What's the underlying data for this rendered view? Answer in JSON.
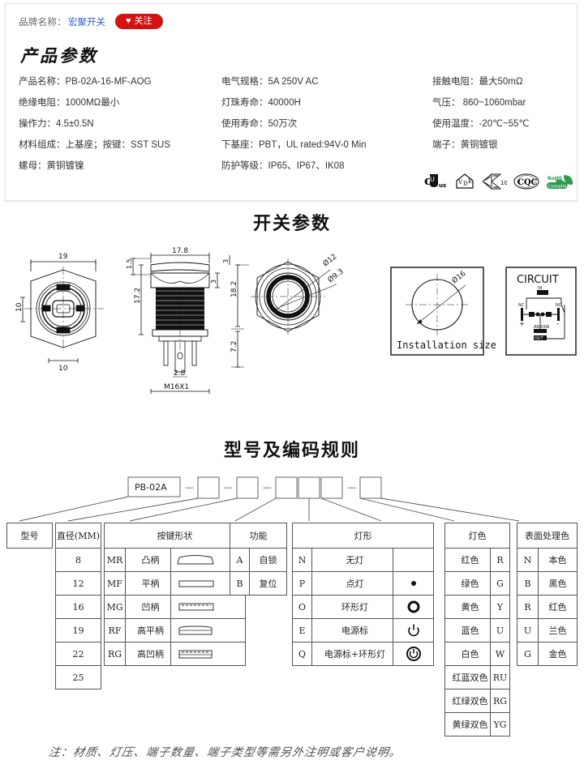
{
  "header": {
    "brand_label": "品牌名称：",
    "brand_name": "宏聚开关",
    "follow_label": "关注",
    "heart_icon": "♥"
  },
  "product_params": {
    "title": "产品参数",
    "rows": [
      [
        "产品名称：PB-02A-16-MF-AOG",
        "电气规格：5A  250V  AC",
        "接触电阻：最大50mΩ"
      ],
      [
        "绝缘电阻：1000MΩ最小",
        "灯珠寿命：40000H",
        "气压： 860~1060mbar"
      ],
      [
        "操作力：4.5±0.5N",
        "使用寿命：50万次",
        "使用温度：-20℃~55℃"
      ],
      [
        "材料组成：上基座；按键：SST SUS",
        "下基座：PBT，UL rated:94V-0 Min",
        "端子：黄铜镀银"
      ],
      [
        "螺母：黄铜镀镍",
        "防护等级：IP65、IP67、IK08",
        ""
      ]
    ],
    "certs": [
      "UL-us",
      "VDE",
      "K10",
      "CQC",
      "RoHS-Compliant"
    ]
  },
  "sections": {
    "switch_params_title": "开关参数",
    "model_code_title": "型号及编码规则"
  },
  "drawing": {
    "front_view": {
      "width_top": "19",
      "width_bottom": "10",
      "height_left": "10"
    },
    "side_view": {
      "cap_height": "1.5",
      "cap_width": "17.8",
      "ring": "3",
      "body_height": "17.2",
      "pin_width": "2.8",
      "thread": "M16X1"
    },
    "rear_view": {
      "total_height": "18.2",
      "pin_height": "7.2",
      "dia_outer": "Ø12",
      "dia_inner": "Ø9.3"
    },
    "install": {
      "caption": "Installation size",
      "dia": "Ø16"
    },
    "circuit": {
      "caption": "CIRCUIT",
      "label_in": "IN",
      "label_out": "OUT",
      "label_arrow": "ARROW",
      "label_plus": "+",
      "label_minus": "-",
      "label_nc": "NC",
      "label_no": "NO"
    }
  },
  "code_boxes": {
    "prefix": "PB-02A",
    "dashes": [
      "—",
      "—",
      "—",
      "—"
    ],
    "empty_count": 6
  },
  "tables": {
    "model": {
      "header": "型号",
      "rows": []
    },
    "diameter": {
      "header": "直径(MM)",
      "rows": [
        "8",
        "12",
        "16",
        "19",
        "22",
        "25"
      ]
    },
    "button_shape": {
      "header": "按键形状",
      "rows": [
        {
          "code": "MR",
          "name": "凸柄",
          "shape": "convex"
        },
        {
          "code": "MF",
          "name": "平柄",
          "shape": "flat"
        },
        {
          "code": "MG",
          "name": "凹柄",
          "shape": "concave"
        },
        {
          "code": "RF",
          "name": "高平柄",
          "shape": "high-flat"
        },
        {
          "code": "RG",
          "name": "高凹柄",
          "shape": "high-concave"
        }
      ]
    },
    "function": {
      "header": "功能",
      "rows": [
        {
          "code": "A",
          "name": "自锁"
        },
        {
          "code": "B",
          "name": "复位"
        }
      ]
    },
    "lamp_shape": {
      "header": "灯形",
      "rows": [
        {
          "code": "N",
          "name": "无灯",
          "icon": "none"
        },
        {
          "code": "P",
          "name": "点灯",
          "icon": "dot"
        },
        {
          "code": "O",
          "name": "环形灯",
          "icon": "ring"
        },
        {
          "code": "E",
          "name": "电源标",
          "icon": "power"
        },
        {
          "code": "Q",
          "name": "电源标+环形灯",
          "icon": "power-ring"
        }
      ]
    },
    "lamp_color": {
      "header": "灯色",
      "rows": [
        {
          "name": "红色",
          "code": "R"
        },
        {
          "name": "绿色",
          "code": "G"
        },
        {
          "name": "黄色",
          "code": "Y"
        },
        {
          "name": "蓝色",
          "code": "U"
        },
        {
          "name": "白色",
          "code": "W"
        },
        {
          "name": "红蓝双色",
          "code": "RU"
        },
        {
          "name": "红绿双色",
          "code": "RG"
        },
        {
          "name": "黄绿双色",
          "code": "YG"
        }
      ]
    },
    "surface": {
      "header": "表面处理色",
      "rows": [
        {
          "code": "N",
          "name": "本色"
        },
        {
          "code": "B",
          "name": "黑色"
        },
        {
          "code": "R",
          "name": "红色"
        },
        {
          "code": "U",
          "name": "兰色"
        },
        {
          "code": "G",
          "name": "金色"
        }
      ]
    }
  },
  "footer_note": "注：材质、灯压、端子数量、端子类型等需另外注明或客户说明。",
  "colors": {
    "follow_red": "#d31212",
    "brand_blue": "#2f5fd0",
    "rohs_green": "#2e9b4f"
  }
}
